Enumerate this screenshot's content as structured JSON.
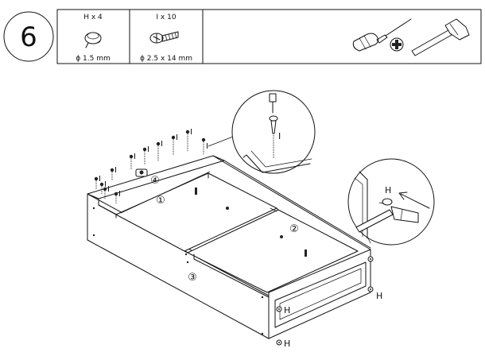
{
  "step": {
    "number": "6"
  },
  "parts": [
    {
      "id": "H",
      "quantity_label": "H x 4",
      "spec": "ϕ 1.5 mm",
      "icon": "nail-icon"
    },
    {
      "id": "I",
      "quantity_label": "I x 10",
      "spec": "ϕ 2.5 x 14 mm",
      "icon": "screw-icon"
    }
  ],
  "tools": [
    {
      "icon": "screwdriver-icon"
    },
    {
      "icon": "phillips-head-icon"
    },
    {
      "icon": "hammer-icon"
    }
  ],
  "labels": {
    "screw": "I",
    "nail": "H",
    "panel_1": "①",
    "panel_2": "②",
    "panel_3": "③",
    "panel_4": "④"
  }
}
